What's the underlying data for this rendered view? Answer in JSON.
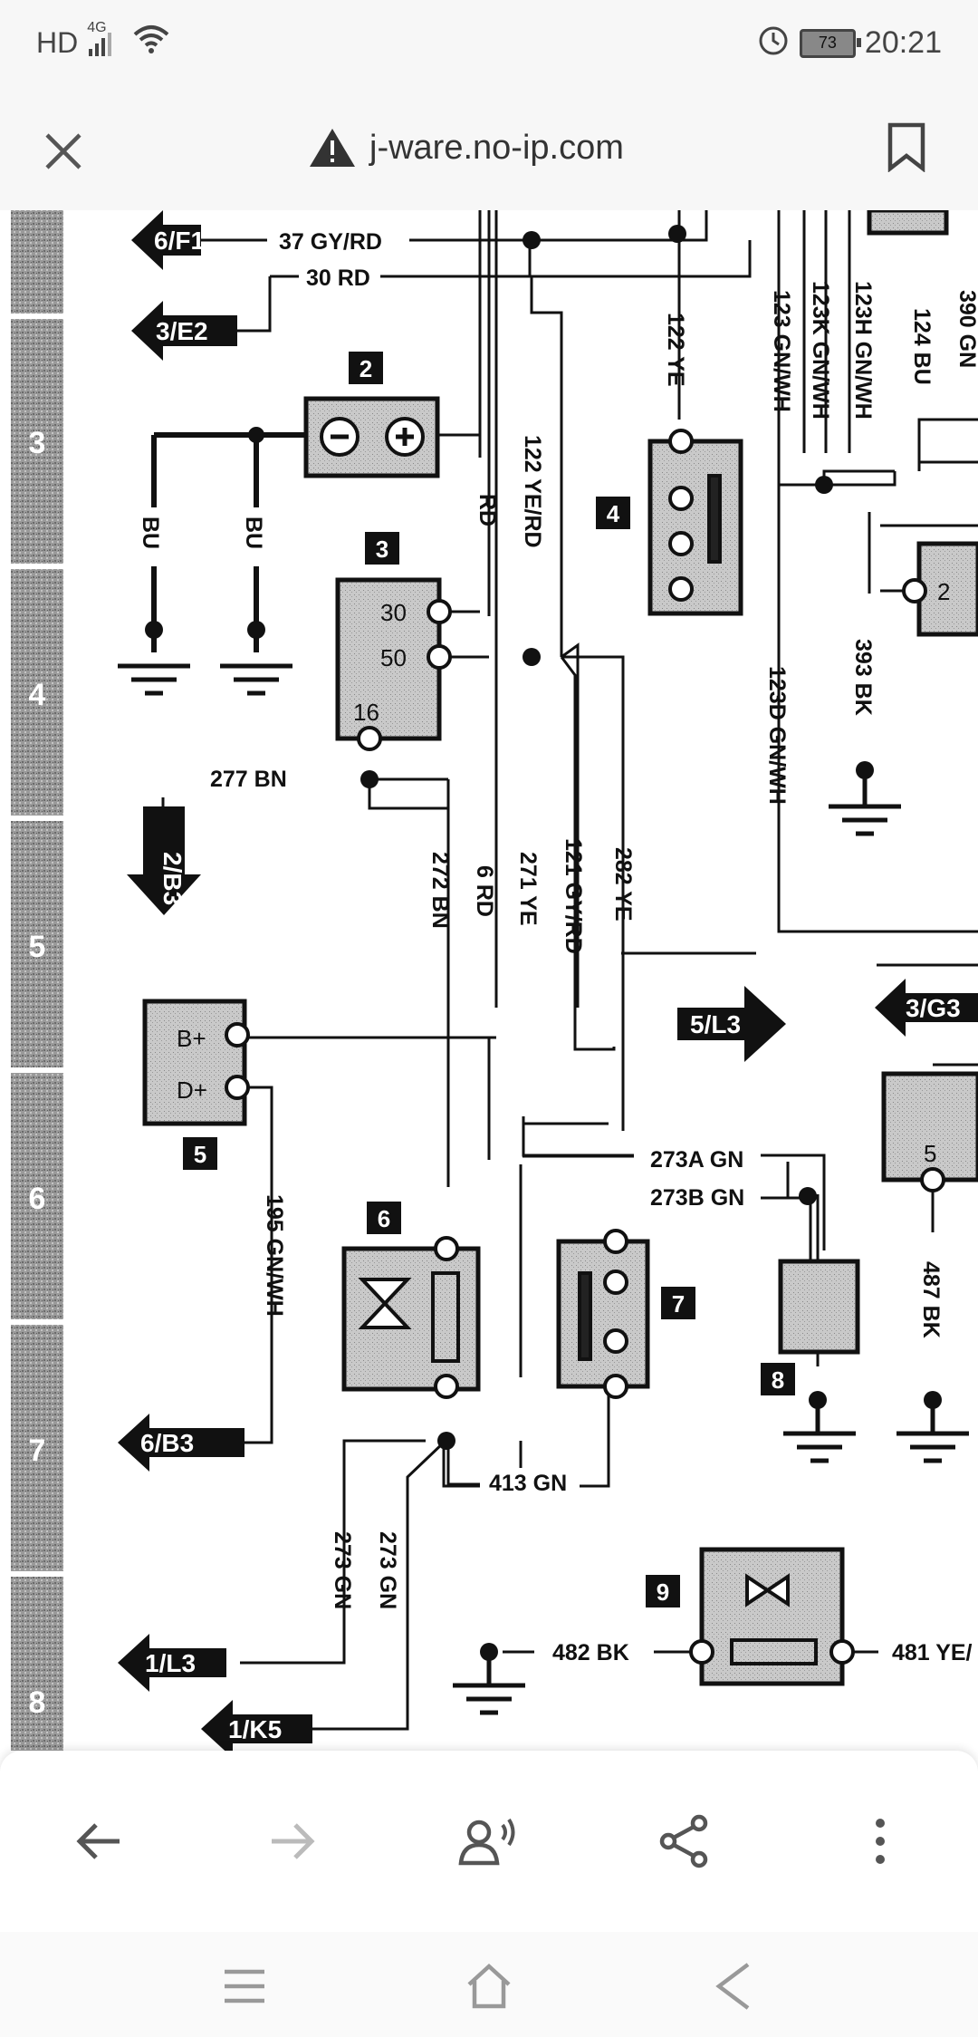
{
  "status": {
    "network": "HD",
    "signal_label": "4G",
    "battery": "73",
    "time": "20:21"
  },
  "browser": {
    "url": "j-ware.no-ip.com"
  },
  "diagram": {
    "row_numbers": [
      "3",
      "4",
      "5",
      "6",
      "7",
      "8"
    ],
    "components": [
      "2",
      "3",
      "4",
      "5",
      "6",
      "7",
      "8",
      "9"
    ],
    "arrows": [
      "6/F1",
      "3/E2",
      "2/B3",
      "5/L3",
      "3/G3",
      "6/B3",
      "1/L3",
      "1/K5"
    ],
    "terminals": {
      "c3_30": "30",
      "c3_50": "50",
      "c3_16": "16",
      "c5_b": "B+",
      "c5_d": "D+",
      "right_2": "2",
      "right_5": "5"
    },
    "wires": {
      "w37": "37 GY/RD",
      "w30": "30 RD",
      "w122": "122 YE",
      "w122yerd": "122 YE/RD",
      "w123": "123 GN/WH",
      "w123k": "123K GN/WH",
      "w123h": "123H GN/WH",
      "w124": "124 BU",
      "w390": "390 GN",
      "bu1": "BU",
      "bu2": "BU",
      "rd": "RD",
      "w393": "393 BK",
      "w123d": "123D GN/WH",
      "w277": "277 BN",
      "w272": "272 BN",
      "w6": "6 RD",
      "w271": "271 YE",
      "w121": "121 GY/RD",
      "w282": "282 YE",
      "w195": "195 GN/WH",
      "w273a": "273A GN",
      "w273b": "273B GN",
      "w487": "487 BK",
      "w413": "413 GN",
      "w273l": "273 GN",
      "w273r": "273 GN",
      "w482": "482 BK",
      "w481": "481 YE/"
    }
  }
}
